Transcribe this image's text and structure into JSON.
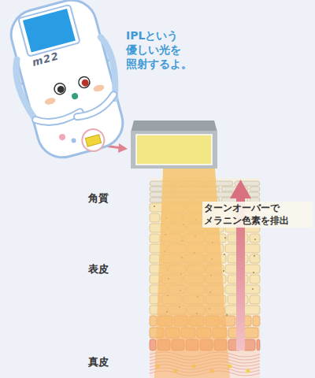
{
  "diagram": {
    "labels": [
      "m22",
      "IPLという 優しい光を 照射するよ。",
      "角質",
      "表皮",
      "真皮",
      "ターンオーバーで メラニン色素を排出"
    ]
  }
}
